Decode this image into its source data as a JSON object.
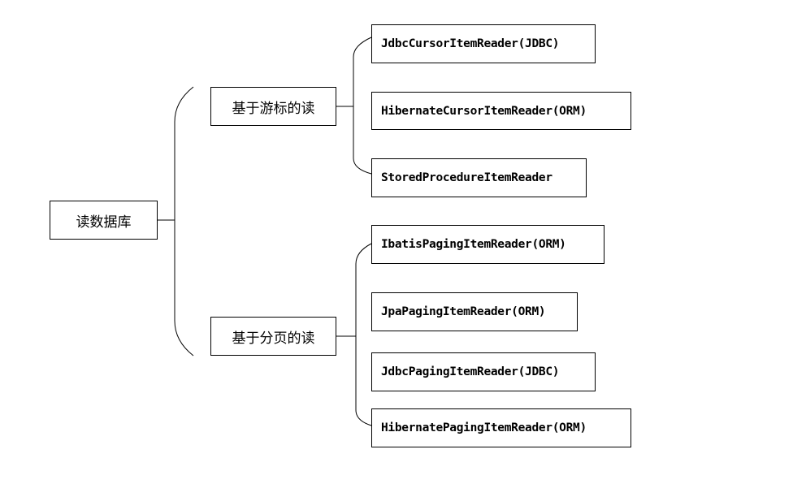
{
  "root": {
    "label": "读数据库"
  },
  "groups": [
    {
      "label": "基于游标的读",
      "items": [
        "JdbcCursorItemReader(JDBC)",
        "HibernateCursorItemReader(ORM)",
        "StoredProcedureItemReader"
      ]
    },
    {
      "label": "基于分页的读",
      "items": [
        "IbatisPagingItemReader(ORM)",
        "JpaPagingItemReader(ORM)",
        "JdbcPagingItemReader(JDBC)",
        "HibernatePagingItemReader(ORM)"
      ]
    }
  ]
}
